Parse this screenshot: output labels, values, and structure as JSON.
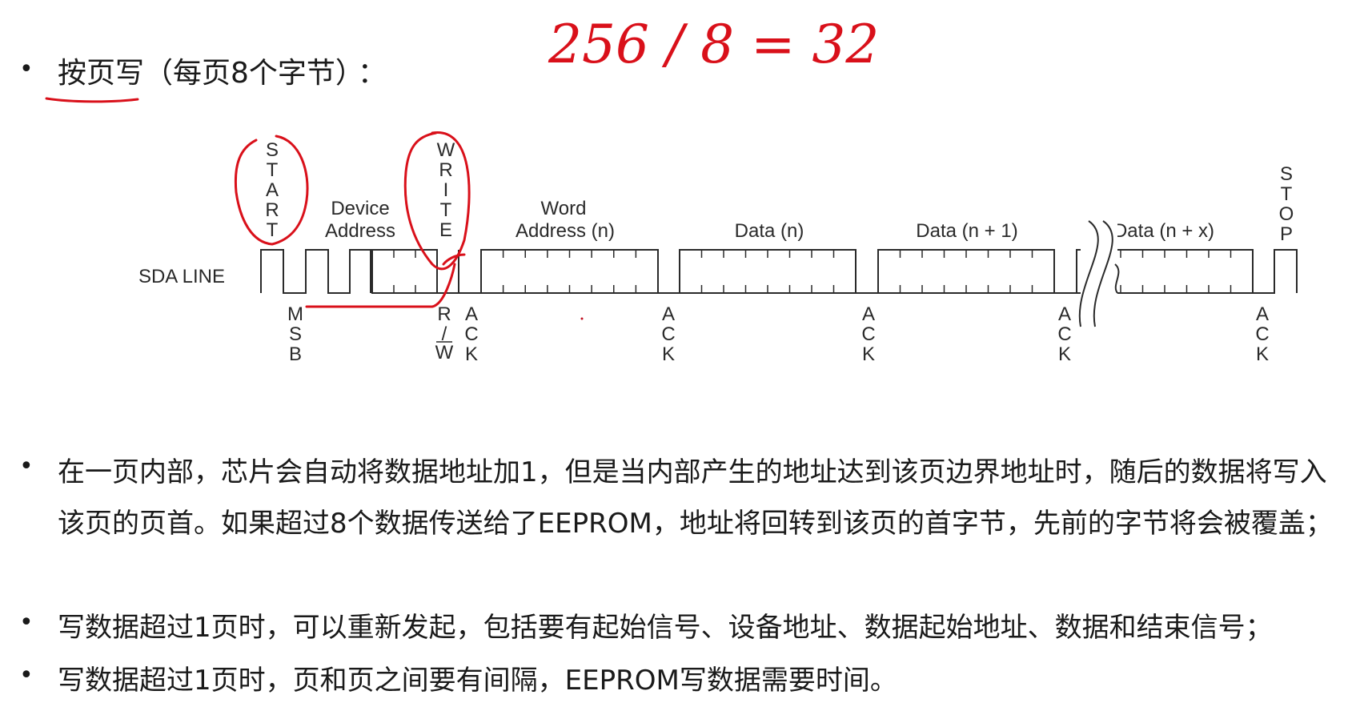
{
  "heading": {
    "bullet": "•",
    "title": "按页写",
    "subtitle": "（每页8个字节）",
    "colon": "："
  },
  "annotation": {
    "handwritten_calc": "256 / 8 = 32",
    "ink_color": "#d9101a"
  },
  "diagram": {
    "line_label": "SDA LINE",
    "start_label": "START",
    "device_address_label": [
      "Device",
      "Address"
    ],
    "write_label": "WRITE",
    "word_address_label": [
      "Word",
      "Address (n)"
    ],
    "data_n_label": "Data (n)",
    "data_n1_label": "Data (n + 1)",
    "data_nx_label": "Data (n + x)",
    "stop_label": "STOP",
    "msb_label": "MSB",
    "rw_label": [
      "R",
      "/",
      "W"
    ],
    "ack_label": "ACK"
  },
  "paragraphs": [
    {
      "bullet": "•",
      "text": "在一页内部，芯片会自动将数据地址加1，但是当内部产生的地址达到该页边界地址时，随后的数据将写入该页的页首。如果超过8个数据传送给了EEPROM，地址将回转到该页的首字节，先前的字节将会被覆盖；"
    },
    {
      "bullet": "•",
      "text": "写数据超过1页时，可以重新发起，包括要有起始信号、设备地址、数据起始地址、数据和结束信号；"
    },
    {
      "bullet": "•",
      "text": "写数据超过1页时，页和页之间要有间隔，EEPROM写数据需要时间。"
    }
  ]
}
